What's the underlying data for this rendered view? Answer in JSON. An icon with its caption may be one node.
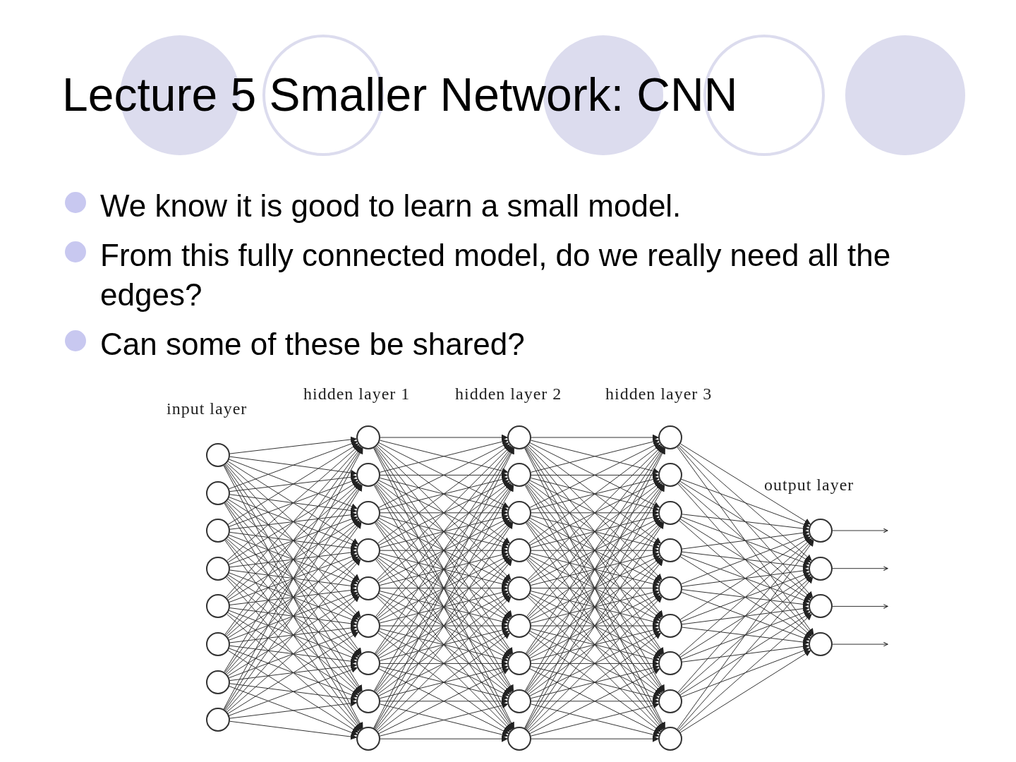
{
  "diagram": {
    "title": "Lecture 5 Smaller Network: CNN",
    "nodes": [
      {
        "text": [],
        "shape": "circle"
      },
      {
        "text": [],
        "shape": "circle"
      },
      {
        "text": [],
        "shape": "circle"
      },
      {
        "text": [],
        "shape": "circle"
      },
      {
        "text": [],
        "shape": "circle"
      },
      {
        "text": [],
        "shape": "circle"
      },
      {
        "text": [],
        "shape": "circle"
      },
      {
        "text": [],
        "shape": "circle"
      },
      {
        "text": [],
        "shape": "circle"
      },
      {
        "text": [],
        "shape": "circle"
      },
      {
        "text": [],
        "shape": "circle"
      },
      {
        "text": [],
        "shape": "circle"
      },
      {
        "text": [],
        "shape": "circle"
      },
      {
        "text": [],
        "shape": "circle"
      },
      {
        "text": [],
        "shape": "circle"
      },
      {
        "text": [],
        "shape": "circle"
      },
      {
        "text": [],
        "shape": "circle"
      },
      {
        "text": [],
        "shape": "circle"
      },
      {
        "text": [],
        "shape": "circle"
      },
      {
        "text": [],
        "shape": "circle"
      },
      {
        "text": [],
        "shape": "circle"
      },
      {
        "text": [],
        "shape": "circle"
      },
      {
        "text": [],
        "shape": "circle"
      },
      {
        "text": [],
        "shape": "circle"
      },
      {
        "text": [],
        "shape": "circle"
      },
      {
        "text": [],
        "shape": "circle"
      },
      {
        "text": [],
        "shape": "circle"
      },
      {
        "text": [],
        "shape": "circle"
      },
      {
        "text": [],
        "shape": "circle"
      },
      {
        "text": [],
        "shape": "circle"
      },
      {
        "text": [],
        "shape": "circle"
      },
      {
        "text": [],
        "shape": "circle"
      },
      {
        "text": [],
        "shape": "circle"
      },
      {
        "text": [],
        "shape": "circle"
      },
      {
        "text": [],
        "shape": "circle"
      },
      {
        "text": [],
        "shape": "circle"
      },
      {
        "text": [],
        "shape": "circle"
      },
      {
        "text": [],
        "shape": "circle"
      },
      {
        "text": [],
        "shape": "circle"
      }
    ],
    "edges": [
      {
        "from": 0,
        "to": 8,
        "arrow": "to"
      },
      {
        "from": 0,
        "to": 9,
        "arrow": "to"
      },
      {
        "from": 0,
        "to": 10,
        "arrow": "to"
      },
      {
        "from": 0,
        "to": 11,
        "arrow": "to"
      },
      {
        "from": 0,
        "to": 12,
        "arrow": "to"
      },
      {
        "from": 0,
        "to": 13,
        "arrow": "to"
      },
      {
        "from": 0,
        "to": 14,
        "arrow": "to"
      },
      {
        "from": 0,
        "to": 15,
        "arrow": "to"
      },
      {
        "from": 0,
        "to": 16,
        "arrow": "to"
      },
      {
        "from": 1,
        "to": 8,
        "arrow": "to"
      },
      {
        "from": 1,
        "to": 9,
        "arrow": "to"
      },
      {
        "from": 1,
        "to": 10,
        "arrow": "to"
      },
      {
        "from": 1,
        "to": 11,
        "arrow": "to"
      },
      {
        "from": 1,
        "to": 12,
        "arrow": "to"
      },
      {
        "from": 1,
        "to": 13,
        "arrow": "to"
      },
      {
        "from": 1,
        "to": 14,
        "arrow": "to"
      },
      {
        "from": 1,
        "to": 15,
        "arrow": "to"
      },
      {
        "from": 1,
        "to": 16,
        "arrow": "to"
      },
      {
        "from": 2,
        "to": 8,
        "arrow": "to"
      },
      {
        "from": 2,
        "to": 9,
        "arrow": "to"
      },
      {
        "from": 2,
        "to": 10,
        "arrow": "to"
      },
      {
        "from": 2,
        "to": 11,
        "arrow": "to"
      },
      {
        "from": 2,
        "to": 12,
        "arrow": "to"
      },
      {
        "from": 2,
        "to": 13,
        "arrow": "to"
      },
      {
        "from": 2,
        "to": 14,
        "arrow": "to"
      },
      {
        "from": 2,
        "to": 15,
        "arrow": "to"
      },
      {
        "from": 2,
        "to": 16,
        "arrow": "to"
      },
      {
        "from": 3,
        "to": 8,
        "arrow": "to"
      },
      {
        "from": 3,
        "to": 9,
        "arrow": "to"
      },
      {
        "from": 3,
        "to": 10,
        "arrow": "to"
      },
      {
        "from": 3,
        "to": 11,
        "arrow": "to"
      },
      {
        "from": 3,
        "to": 12,
        "arrow": "to"
      },
      {
        "from": 3,
        "to": 13,
        "arrow": "to"
      },
      {
        "from": 3,
        "to": 14,
        "arrow": "to"
      },
      {
        "from": 3,
        "to": 15,
        "arrow": "to"
      },
      {
        "from": 3,
        "to": 16,
        "arrow": "to"
      },
      {
        "from": 4,
        "to": 8,
        "arrow": "to"
      },
      {
        "from": 4,
        "to": 9,
        "arrow": "to"
      },
      {
        "from": 4,
        "to": 10,
        "arrow": "to"
      },
      {
        "from": 4,
        "to": 11,
        "arrow": "to"
      },
      {
        "from": 4,
        "to": 12,
        "arrow": "to"
      },
      {
        "from": 4,
        "to": 13,
        "arrow": "to"
      },
      {
        "from": 4,
        "to": 14,
        "arrow": "to"
      },
      {
        "from": 4,
        "to": 15,
        "arrow": "to"
      },
      {
        "from": 4,
        "to": 16,
        "arrow": "to"
      },
      {
        "from": 5,
        "to": 8,
        "arrow": "to"
      },
      {
        "from": 5,
        "to": 9,
        "arrow": "to"
      },
      {
        "from": 5,
        "to": 10,
        "arrow": "to"
      },
      {
        "from": 5,
        "to": 11,
        "arrow": "to"
      },
      {
        "from": 5,
        "to": 12,
        "arrow": "to"
      },
      {
        "from": 5,
        "to": 13,
        "arrow": "to"
      },
      {
        "from": 5,
        "to": 14,
        "arrow": "to"
      },
      {
        "from": 5,
        "to": 15,
        "arrow": "to"
      },
      {
        "from": 5,
        "to": 16,
        "arrow": "to"
      },
      {
        "from": 6,
        "to": 8,
        "arrow": "to"
      },
      {
        "from": 6,
        "to": 9,
        "arrow": "to"
      },
      {
        "from": 6,
        "to": 10,
        "arrow": "to"
      },
      {
        "from": 6,
        "to": 11,
        "arrow": "to"
      },
      {
        "from": 6,
        "to": 12,
        "arrow": "to"
      },
      {
        "from": 6,
        "to": 13,
        "arrow": "to"
      },
      {
        "from": 6,
        "to": 14,
        "arrow": "to"
      },
      {
        "from": 6,
        "to": 15,
        "arrow": "to"
      },
      {
        "from": 6,
        "to": 16,
        "arrow": "to"
      },
      {
        "from": 7,
        "to": 8,
        "arrow": "to"
      },
      {
        "from": 7,
        "to": 9,
        "arrow": "to"
      },
      {
        "from": 7,
        "to": 10,
        "arrow": "to"
      },
      {
        "from": 7,
        "to": 11,
        "arrow": "to"
      },
      {
        "from": 7,
        "to": 12,
        "arrow": "to"
      },
      {
        "from": 7,
        "to": 13,
        "arrow": "to"
      },
      {
        "from": 7,
        "to": 14,
        "arrow": "to"
      },
      {
        "from": 7,
        "to": 15,
        "arrow": "to"
      },
      {
        "from": 7,
        "to": 16,
        "arrow": "to"
      },
      {
        "from": 8,
        "to": 17,
        "arrow": "to"
      },
      {
        "from": 8,
        "to": 18,
        "arrow": "to"
      },
      {
        "from": 8,
        "to": 19,
        "arrow": "to"
      },
      {
        "from": 8,
        "to": 20,
        "arrow": "to"
      },
      {
        "from": 8,
        "to": 21,
        "arrow": "to"
      },
      {
        "from": 8,
        "to": 22,
        "arrow": "to"
      },
      {
        "from": 8,
        "to": 23,
        "arrow": "to"
      },
      {
        "from": 8,
        "to": 24,
        "arrow": "to"
      },
      {
        "from": 8,
        "to": 25,
        "arrow": "to"
      },
      {
        "from": 9,
        "to": 17,
        "arrow": "to"
      },
      {
        "from": 9,
        "to": 18,
        "arrow": "to"
      },
      {
        "from": 9,
        "to": 19,
        "arrow": "to"
      },
      {
        "from": 9,
        "to": 20,
        "arrow": "to"
      },
      {
        "from": 9,
        "to": 21,
        "arrow": "to"
      },
      {
        "from": 9,
        "to": 22,
        "arrow": "to"
      },
      {
        "from": 9,
        "to": 23,
        "arrow": "to"
      },
      {
        "from": 9,
        "to": 24,
        "arrow": "to"
      },
      {
        "from": 9,
        "to": 25,
        "arrow": "to"
      },
      {
        "from": 10,
        "to": 17,
        "arrow": "to"
      },
      {
        "from": 10,
        "to": 18,
        "arrow": "to"
      },
      {
        "from": 10,
        "to": 19,
        "arrow": "to"
      },
      {
        "from": 10,
        "to": 20,
        "arrow": "to"
      },
      {
        "from": 10,
        "to": 21,
        "arrow": "to"
      },
      {
        "from": 10,
        "to": 22,
        "arrow": "to"
      },
      {
        "from": 10,
        "to": 23,
        "arrow": "to"
      },
      {
        "from": 10,
        "to": 24,
        "arrow": "to"
      },
      {
        "from": 10,
        "to": 25,
        "arrow": "to"
      },
      {
        "from": 11,
        "to": 17,
        "arrow": "to"
      },
      {
        "from": 11,
        "to": 18,
        "arrow": "to"
      },
      {
        "from": 11,
        "to": 19,
        "arrow": "to"
      },
      {
        "from": 11,
        "to": 20,
        "arrow": "to"
      },
      {
        "from": 11,
        "to": 21,
        "arrow": "to"
      },
      {
        "from": 11,
        "to": 22,
        "arrow": "to"
      },
      {
        "from": 11,
        "to": 23,
        "arrow": "to"
      },
      {
        "from": 11,
        "to": 24,
        "arrow": "to"
      },
      {
        "from": 11,
        "to": 25,
        "arrow": "to"
      },
      {
        "from": 12,
        "to": 17,
        "arrow": "to"
      },
      {
        "from": 12,
        "to": 18,
        "arrow": "to"
      },
      {
        "from": 12,
        "to": 19,
        "arrow": "to"
      },
      {
        "from": 12,
        "to": 20,
        "arrow": "to"
      },
      {
        "from": 12,
        "to": 21,
        "arrow": "to"
      },
      {
        "from": 12,
        "to": 22,
        "arrow": "to"
      },
      {
        "from": 12,
        "to": 23,
        "arrow": "to"
      },
      {
        "from": 12,
        "to": 24,
        "arrow": "to"
      },
      {
        "from": 12,
        "to": 25,
        "arrow": "to"
      },
      {
        "from": 13,
        "to": 17,
        "arrow": "to"
      },
      {
        "from": 13,
        "to": 18,
        "arrow": "to"
      },
      {
        "from": 13,
        "to": 19,
        "arrow": "to"
      },
      {
        "from": 13,
        "to": 20,
        "arrow": "to"
      },
      {
        "from": 13,
        "to": 21,
        "arrow": "to"
      },
      {
        "from": 13,
        "to": 22,
        "arrow": "to"
      },
      {
        "from": 13,
        "to": 23,
        "arrow": "to"
      },
      {
        "from": 13,
        "to": 24,
        "arrow": "to"
      },
      {
        "from": 13,
        "to": 25,
        "arrow": "to"
      },
      {
        "from": 14,
        "to": 17,
        "arrow": "to"
      },
      {
        "from": 14,
        "to": 18,
        "arrow": "to"
      },
      {
        "from": 14,
        "to": 19,
        "arrow": "to"
      },
      {
        "from": 14,
        "to": 20,
        "arrow": "to"
      },
      {
        "from": 14,
        "to": 21,
        "arrow": "to"
      },
      {
        "from": 14,
        "to": 22,
        "arrow": "to"
      },
      {
        "from": 14,
        "to": 23,
        "arrow": "to"
      },
      {
        "from": 14,
        "to": 24,
        "arrow": "to"
      },
      {
        "from": 14,
        "to": 25,
        "arrow": "to"
      },
      {
        "from": 15,
        "to": 17,
        "arrow": "to"
      },
      {
        "from": 15,
        "to": 18,
        "arrow": "to"
      },
      {
        "from": 15,
        "to": 19,
        "arrow": "to"
      },
      {
        "from": 15,
        "to": 20,
        "arrow": "to"
      },
      {
        "from": 15,
        "to": 21,
        "arrow": "to"
      },
      {
        "from": 15,
        "to": 22,
        "arrow": "to"
      },
      {
        "from": 15,
        "to": 23,
        "arrow": "to"
      },
      {
        "from": 15,
        "to": 24,
        "arrow": "to"
      },
      {
        "from": 15,
        "to": 25,
        "arrow": "to"
      },
      {
        "from": 16,
        "to": 17,
        "arrow": "to"
      },
      {
        "from": 16,
        "to": 18,
        "arrow": "to"
      },
      {
        "from": 16,
        "to": 19,
        "arrow": "to"
      },
      {
        "from": 16,
        "to": 20,
        "arrow": "to"
      },
      {
        "from": 16,
        "to": 21,
        "arrow": "to"
      },
      {
        "from": 16,
        "to": 22,
        "arrow": "to"
      },
      {
        "from": 16,
        "to": 23,
        "arrow": "to"
      },
      {
        "from": 16,
        "to": 24,
        "arrow": "to"
      },
      {
        "from": 16,
        "to": 25,
        "arrow": "to"
      },
      {
        "from": 17,
        "to": 26,
        "arrow": "to"
      },
      {
        "from": 17,
        "to": 27,
        "arrow": "to"
      },
      {
        "from": 17,
        "to": 28,
        "arrow": "to"
      },
      {
        "from": 17,
        "to": 29,
        "arrow": "to"
      },
      {
        "from": 17,
        "to": 30,
        "arrow": "to"
      },
      {
        "from": 17,
        "to": 31,
        "arrow": "to"
      },
      {
        "from": 17,
        "to": 32,
        "arrow": "to"
      },
      {
        "from": 17,
        "to": 33,
        "arrow": "to"
      },
      {
        "from": 17,
        "to": 34,
        "arrow": "to"
      },
      {
        "from": 18,
        "to": 26,
        "arrow": "to"
      },
      {
        "from": 18,
        "to": 27,
        "arrow": "to"
      },
      {
        "from": 18,
        "to": 28,
        "arrow": "to"
      },
      {
        "from": 18,
        "to": 29,
        "arrow": "to"
      },
      {
        "from": 18,
        "to": 30,
        "arrow": "to"
      },
      {
        "from": 18,
        "to": 31,
        "arrow": "to"
      },
      {
        "from": 18,
        "to": 32,
        "arrow": "to"
      },
      {
        "from": 18,
        "to": 33,
        "arrow": "to"
      },
      {
        "from": 18,
        "to": 34,
        "arrow": "to"
      },
      {
        "from": 19,
        "to": 26,
        "arrow": "to"
      },
      {
        "from": 19,
        "to": 27,
        "arrow": "to"
      },
      {
        "from": 19,
        "to": 28,
        "arrow": "to"
      },
      {
        "from": 19,
        "to": 29,
        "arrow": "to"
      },
      {
        "from": 19,
        "to": 30,
        "arrow": "to"
      },
      {
        "from": 19,
        "to": 31,
        "arrow": "to"
      },
      {
        "from": 19,
        "to": 32,
        "arrow": "to"
      },
      {
        "from": 19,
        "to": 33,
        "arrow": "to"
      },
      {
        "from": 19,
        "to": 34,
        "arrow": "to"
      },
      {
        "from": 20,
        "to": 26,
        "arrow": "to"
      },
      {
        "from": 20,
        "to": 27,
        "arrow": "to"
      },
      {
        "from": 20,
        "to": 28,
        "arrow": "to"
      },
      {
        "from": 20,
        "to": 29,
        "arrow": "to"
      },
      {
        "from": 20,
        "to": 30,
        "arrow": "to"
      },
      {
        "from": 20,
        "to": 31,
        "arrow": "to"
      },
      {
        "from": 20,
        "to": 32,
        "arrow": "to"
      },
      {
        "from": 20,
        "to": 33,
        "arrow": "to"
      },
      {
        "from": 20,
        "to": 34,
        "arrow": "to"
      },
      {
        "from": 21,
        "to": 26,
        "arrow": "to"
      },
      {
        "from": 21,
        "to": 27,
        "arrow": "to"
      },
      {
        "from": 21,
        "to": 28,
        "arrow": "to"
      },
      {
        "from": 21,
        "to": 29,
        "arrow": "to"
      },
      {
        "from": 21,
        "to": 30,
        "arrow": "to"
      },
      {
        "from": 21,
        "to": 31,
        "arrow": "to"
      },
      {
        "from": 21,
        "to": 32,
        "arrow": "to"
      },
      {
        "from": 21,
        "to": 33,
        "arrow": "to"
      },
      {
        "from": 21,
        "to": 34,
        "arrow": "to"
      },
      {
        "from": 22,
        "to": 26,
        "arrow": "to"
      },
      {
        "from": 22,
        "to": 27,
        "arrow": "to"
      },
      {
        "from": 22,
        "to": 28,
        "arrow": "to"
      },
      {
        "from": 22,
        "to": 29,
        "arrow": "to"
      },
      {
        "from": 22,
        "to": 30,
        "arrow": "to"
      },
      {
        "from": 22,
        "to": 31,
        "arrow": "to"
      },
      {
        "from": 22,
        "to": 32,
        "arrow": "to"
      },
      {
        "from": 22,
        "to": 33,
        "arrow": "to"
      },
      {
        "from": 22,
        "to": 34,
        "arrow": "to"
      },
      {
        "from": 23,
        "to": 26,
        "arrow": "to"
      },
      {
        "from": 23,
        "to": 27,
        "arrow": "to"
      },
      {
        "from": 23,
        "to": 28,
        "arrow": "to"
      },
      {
        "from": 23,
        "to": 29,
        "arrow": "to"
      },
      {
        "from": 23,
        "to": 30,
        "arrow": "to"
      },
      {
        "from": 23,
        "to": 31,
        "arrow": "to"
      },
      {
        "from": 23,
        "to": 32,
        "arrow": "to"
      },
      {
        "from": 23,
        "to": 33,
        "arrow": "to"
      },
      {
        "from": 23,
        "to": 34,
        "arrow": "to"
      },
      {
        "from": 24,
        "to": 26,
        "arrow": "to"
      },
      {
        "from": 24,
        "to": 27,
        "arrow": "to"
      },
      {
        "from": 24,
        "to": 28,
        "arrow": "to"
      },
      {
        "from": 24,
        "to": 29,
        "arrow": "to"
      },
      {
        "from": 24,
        "to": 30,
        "arrow": "to"
      },
      {
        "from": 24,
        "to": 31,
        "arrow": "to"
      },
      {
        "from": 24,
        "to": 32,
        "arrow": "to"
      },
      {
        "from": 24,
        "to": 33,
        "arrow": "to"
      },
      {
        "from": 24,
        "to": 34,
        "arrow": "to"
      },
      {
        "from": 25,
        "to": 26,
        "arrow": "to"
      },
      {
        "from": 25,
        "to": 27,
        "arrow": "to"
      },
      {
        "from": 25,
        "to": 28,
        "arrow": "to"
      },
      {
        "from": 25,
        "to": 29,
        "arrow": "to"
      },
      {
        "from": 25,
        "to": 30,
        "arrow": "to"
      },
      {
        "from": 25,
        "to": 31,
        "arrow": "to"
      },
      {
        "from": 25,
        "to": 32,
        "arrow": "to"
      },
      {
        "from": 25,
        "to": 33,
        "arrow": "to"
      },
      {
        "from": 25,
        "to": 34,
        "arrow": "to"
      },
      {
        "from": 26,
        "to": 35,
        "arrow": "to"
      },
      {
        "from": 26,
        "to": 36,
        "arrow": "to"
      },
      {
        "from": 26,
        "to": 37,
        "arrow": "to"
      },
      {
        "from": 26,
        "to": 38,
        "arrow": "to"
      },
      {
        "from": 27,
        "to": 35,
        "arrow": "to"
      },
      {
        "from": 27,
        "to": 36,
        "arrow": "to"
      },
      {
        "from": 27,
        "to": 37,
        "arrow": "to"
      },
      {
        "from": 27,
        "to": 38,
        "arrow": "to"
      },
      {
        "from": 28,
        "to": 35,
        "arrow": "to"
      },
      {
        "from": 28,
        "to": 36,
        "arrow": "to"
      },
      {
        "from": 28,
        "to": 37,
        "arrow": "to"
      },
      {
        "from": 28,
        "to": 38,
        "arrow": "to"
      },
      {
        "from": 29,
        "to": 35,
        "arrow": "to"
      },
      {
        "from": 29,
        "to": 36,
        "arrow": "to"
      },
      {
        "from": 29,
        "to": 37,
        "arrow": "to"
      },
      {
        "from": 29,
        "to": 38,
        "arrow": "to"
      },
      {
        "from": 30,
        "to": 35,
        "arrow": "to"
      },
      {
        "from": 30,
        "to": 36,
        "arrow": "to"
      },
      {
        "from": 30,
        "to": 37,
        "arrow": "to"
      },
      {
        "from": 30,
        "to": 38,
        "arrow": "to"
      },
      {
        "from": 31,
        "to": 35,
        "arrow": "to"
      },
      {
        "from": 31,
        "to": 36,
        "arrow": "to"
      },
      {
        "from": 31,
        "to": 37,
        "arrow": "to"
      },
      {
        "from": 31,
        "to": 38,
        "arrow": "to"
      },
      {
        "from": 32,
        "to": 35,
        "arrow": "to"
      },
      {
        "from": 32,
        "to": 36,
        "arrow": "to"
      },
      {
        "from": 32,
        "to": 37,
        "arrow": "to"
      },
      {
        "from": 32,
        "to": 38,
        "arrow": "to"
      },
      {
        "from": 33,
        "to": 35,
        "arrow": "to"
      },
      {
        "from": 33,
        "to": 36,
        "arrow": "to"
      },
      {
        "from": 33,
        "to": 37,
        "arrow": "to"
      },
      {
        "from": 33,
        "to": 38,
        "arrow": "to"
      },
      {
        "from": 34,
        "to": 35,
        "arrow": "to"
      },
      {
        "from": 34,
        "to": 36,
        "arrow": "to"
      },
      {
        "from": 34,
        "to": 37,
        "arrow": "to"
      },
      {
        "from": 34,
        "to": 38,
        "arrow": "to"
      },
      {
        "from": 35,
        "to": null,
        "arrow": "to"
      },
      {
        "from": 36,
        "to": null,
        "arrow": "to"
      },
      {
        "from": 37,
        "to": null,
        "arrow": "to"
      },
      {
        "from": 38,
        "to": null,
        "arrow": "to"
      }
    ],
    "labels": [
      "We know it is good to learn a small model.",
      "From this fully connected model, do we really need all the edges?",
      "Can some of these be shared?",
      "input layer",
      "hidden layer 1",
      "hidden layer 2",
      "hidden layer 3",
      "output layer"
    ]
  }
}
